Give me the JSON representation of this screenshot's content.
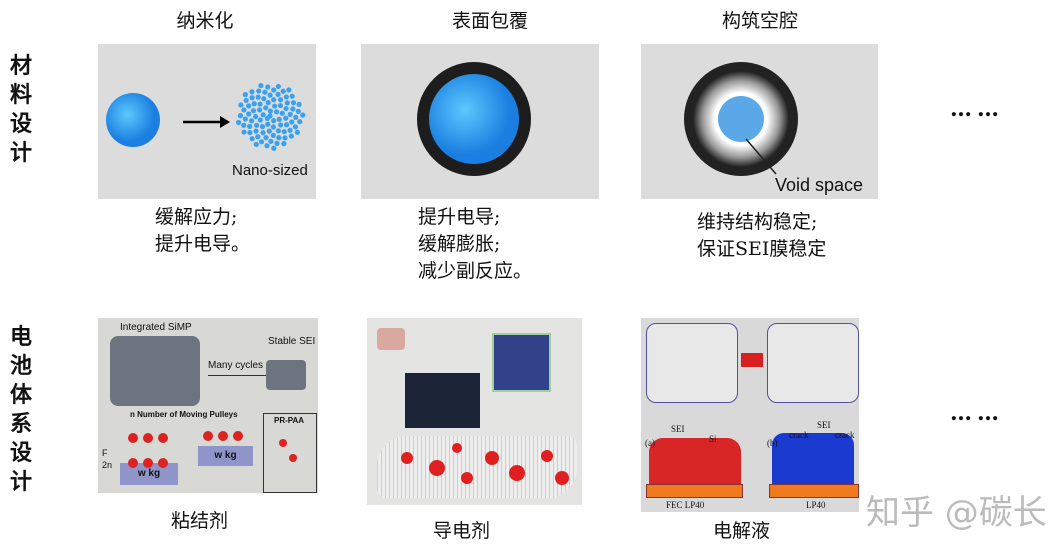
{
  "rows": [
    {
      "label": "材料设计",
      "label_chars": [
        "材",
        "料",
        "设",
        "计"
      ]
    },
    {
      "label": "电池体系设计",
      "label_chars": [
        "电",
        "池",
        "体",
        "系",
        "设",
        "计"
      ]
    }
  ],
  "columns": [
    "纳米化",
    "表面包覆",
    "构筑空腔"
  ],
  "material": [
    {
      "image_text": "Nano-sized",
      "caption": [
        "缓解应力;",
        "提升电导。"
      ]
    },
    {
      "caption": [
        "提升电导;",
        "缓解膨胀;",
        "减少副反应。"
      ]
    },
    {
      "image_text": "Void space",
      "caption": [
        "维持结构稳定;",
        "保证SEI膜稳定"
      ]
    }
  ],
  "system": [
    {
      "caption": "粘结剂",
      "image_texts": [
        "Integrated SiMP",
        "Many cycles",
        "Stable SEI",
        "n Number of Moving Pulleys",
        "PR-PAA",
        "w kg",
        "w kg",
        "F",
        "2n"
      ]
    },
    {
      "caption": "导电剂"
    },
    {
      "caption": "电解液",
      "image_texts": [
        "SEI",
        "Si",
        "(a)",
        "(b)",
        "crack",
        "SEI",
        "crack",
        "FEC LP40",
        "LP40"
      ]
    }
  ],
  "ellipsis": "……",
  "watermark": "知乎 @碳长",
  "colors": {
    "sphere": "#2a9df4",
    "shell": "#222222",
    "bg_gray": "#dcdcdc"
  }
}
